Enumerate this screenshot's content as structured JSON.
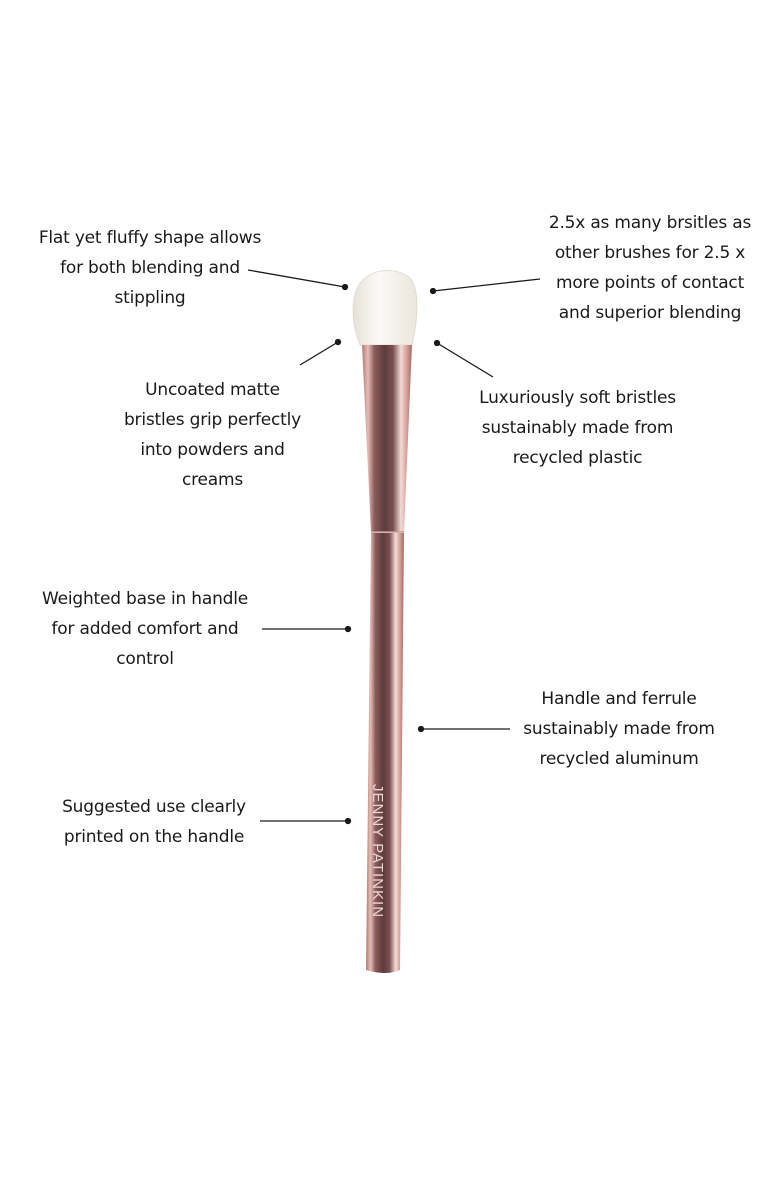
{
  "product": {
    "brand_imprint": "JENNY PATINKIN",
    "colors": {
      "background": "#ffffff",
      "bristles": "#f5f2ec",
      "handle_rose_gold": "#c58f8a",
      "handle_dark": "#6e4a4b",
      "text": "#1a1a1a"
    }
  },
  "callouts": [
    {
      "id": "shape",
      "text": "Flat yet fluffy shape allows\nfor both blending and\nstippling"
    },
    {
      "id": "bristle-count",
      "text": "2.5x as many brsitles as\nother brushes for 2.5 x\nmore points of contact\nand superior blending"
    },
    {
      "id": "uncoated",
      "text": "Uncoated matte\nbristles grip perfectly\ninto powders and\ncreams"
    },
    {
      "id": "soft",
      "text": "Luxuriously soft bristles\nsustainably made from\nrecycled plastic"
    },
    {
      "id": "weighted",
      "text": "Weighted base in handle\nfor added comfort and\ncontrol"
    },
    {
      "id": "ferrule",
      "text": "Handle and ferrule\nsustainably made from\nrecycled aluminum"
    },
    {
      "id": "printed",
      "text": "Suggested use clearly\nprinted on the handle"
    }
  ]
}
